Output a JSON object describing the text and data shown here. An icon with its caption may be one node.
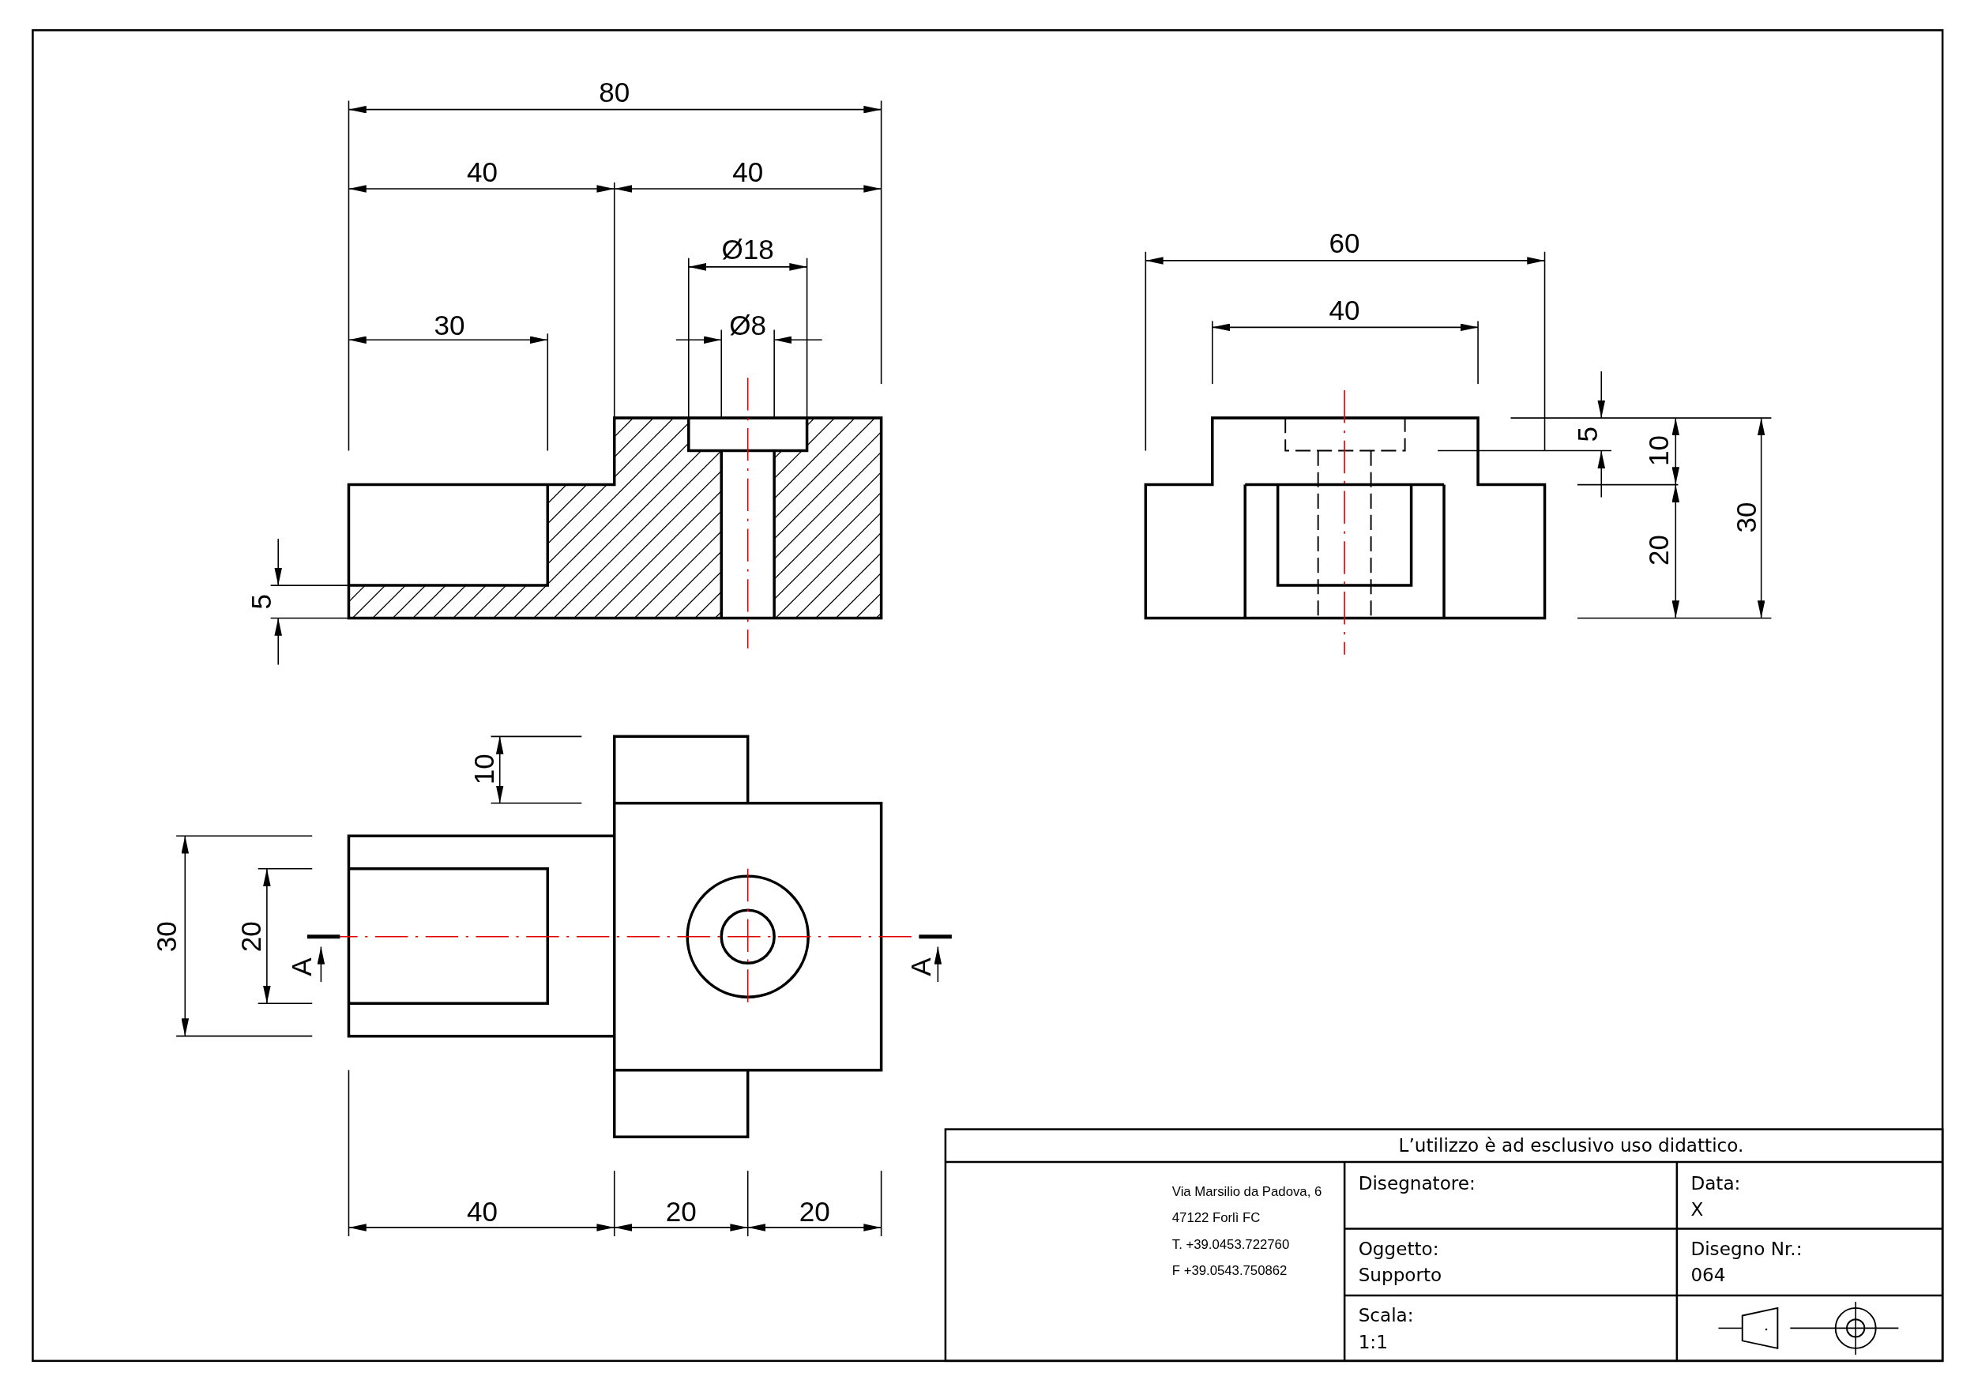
{
  "diagram": {
    "labels": [
      "80",
      "40",
      "40",
      "Ø18",
      "60",
      "30",
      "Ø8",
      "40",
      "5",
      "10",
      "5",
      "20",
      "30",
      "10",
      "30",
      "20",
      "A",
      "A",
      "40",
      "20",
      "20",
      "L’utilizzo è ad esclusivo uso didattico.",
      "Via Marsilio da Padova, 6",
      "47122 Forlì FC",
      "T. +39.0453.722760",
      "F +39.0543.750862",
      "Disegnatore:",
      "Data:",
      "X",
      "Oggetto:",
      "Supporto",
      "Disegno Nr.:",
      "064",
      "Scala:",
      "1:1"
    ]
  }
}
